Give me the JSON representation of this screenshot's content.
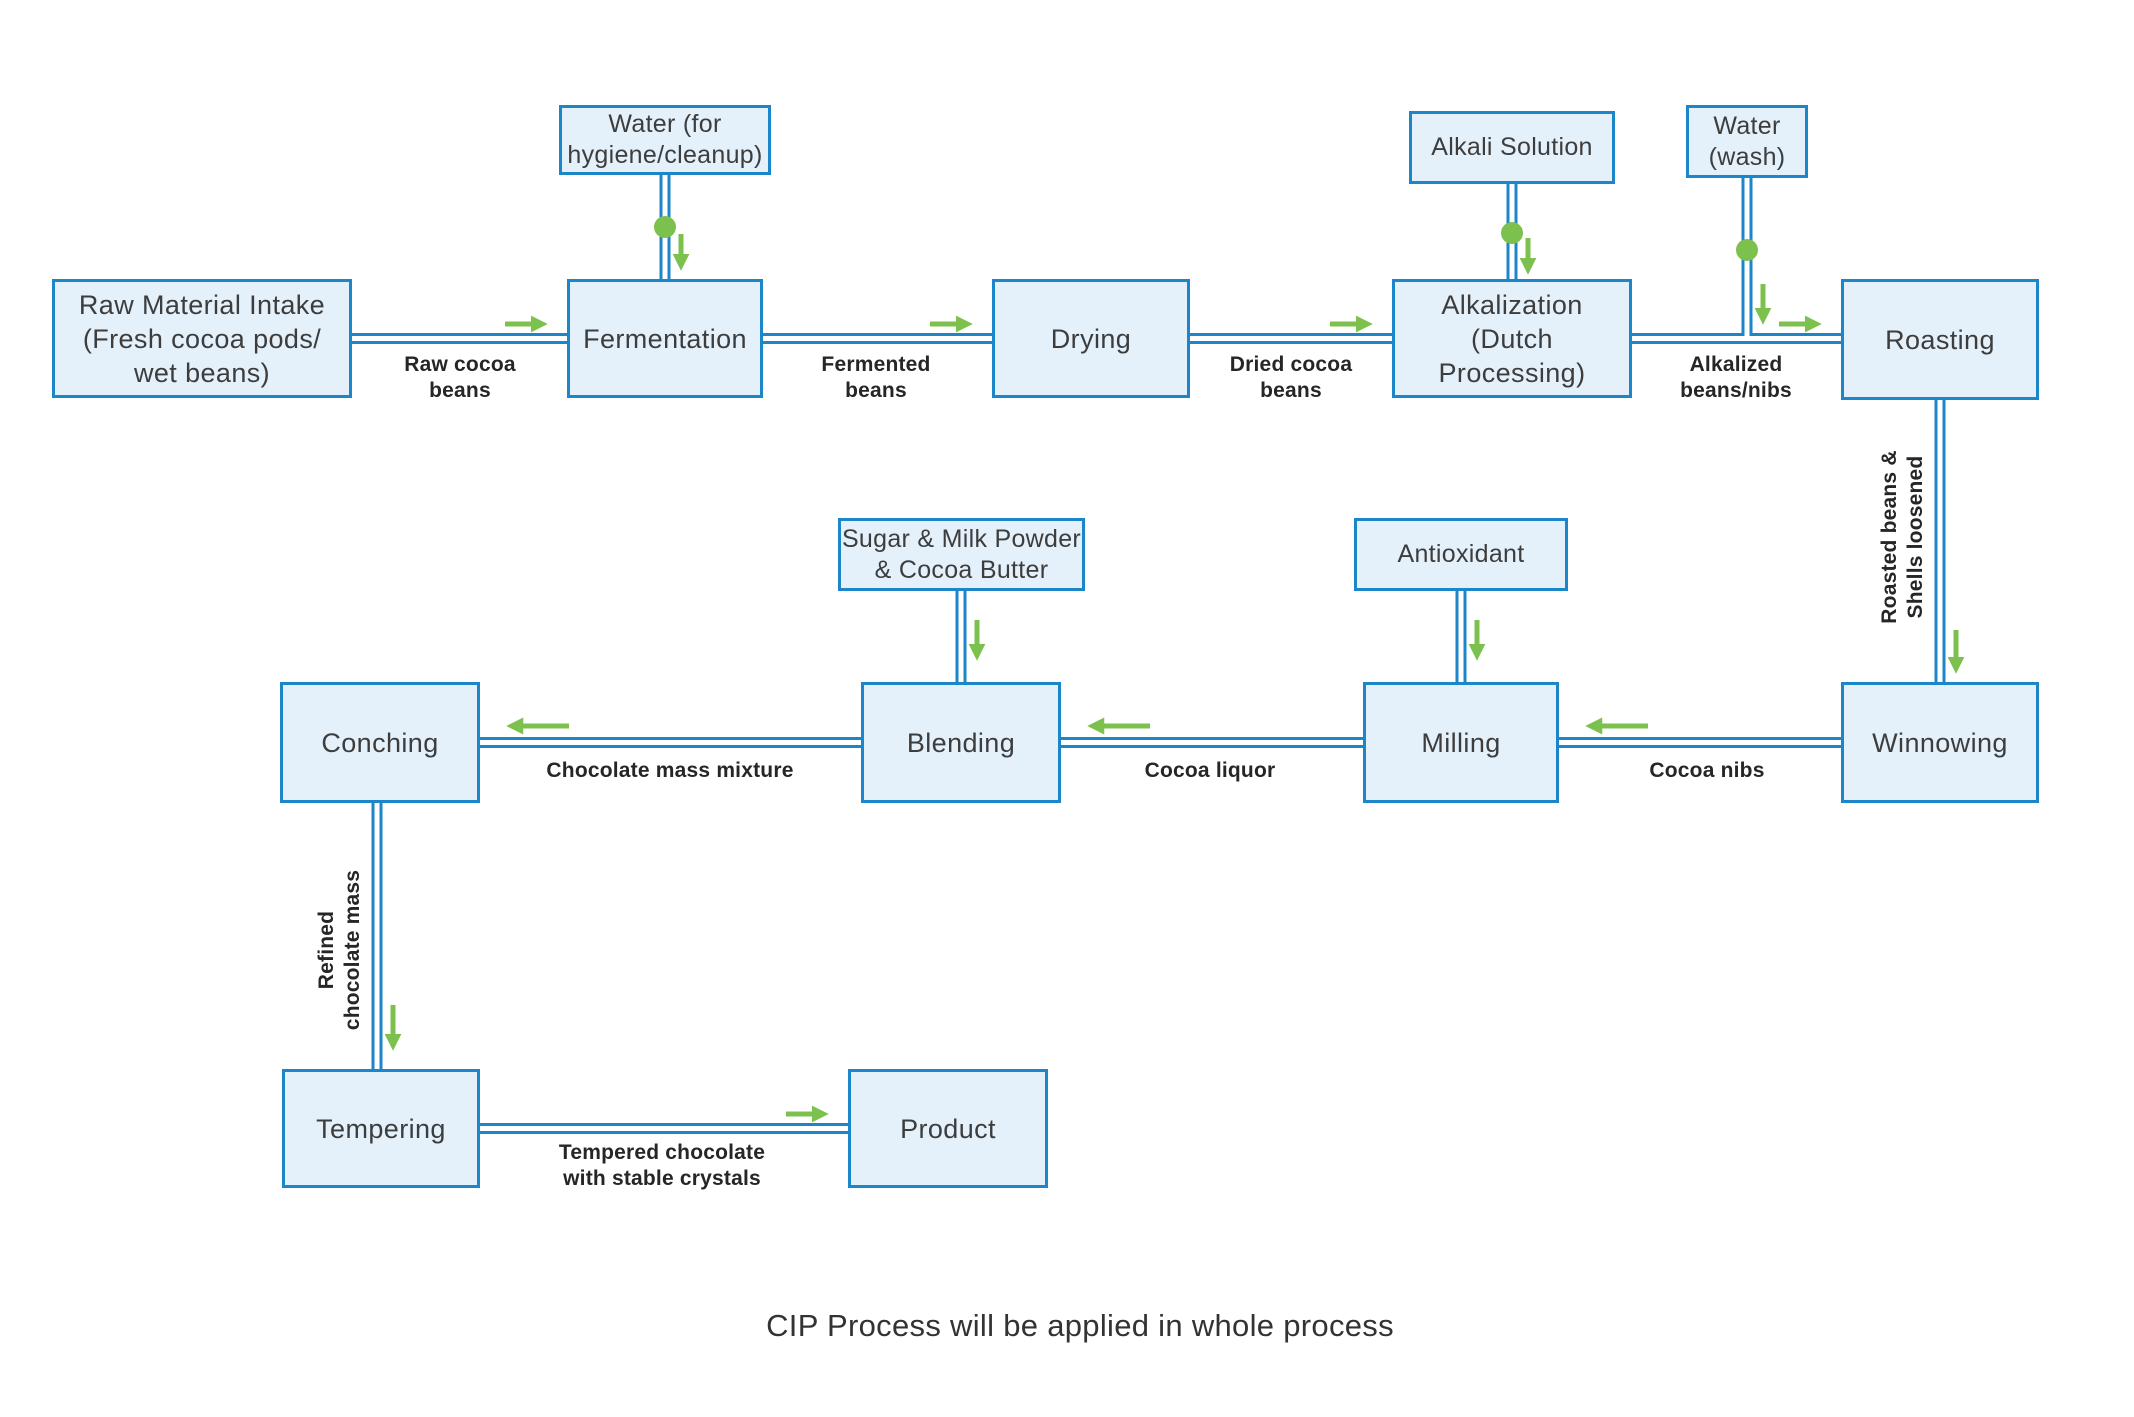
{
  "colors": {
    "line_blue": "#1c86c8",
    "box_fill": "#e4f1fb",
    "green": "#7cc14e",
    "box_text": "#3d3d3d",
    "label_text": "#262626"
  },
  "caption": "CIP Process will be applied in whole process",
  "nodes": {
    "raw_material": "Raw Material Intake\n(Fresh cocoa pods/\nwet beans)",
    "fermentation": "Fermentation",
    "drying": "Drying",
    "alkalization": "Alkalization\n(Dutch Processing)",
    "roasting": "Roasting",
    "winnowing": "Winnowing",
    "milling": "Milling",
    "blending": "Blending",
    "conching": "Conching",
    "tempering": "Tempering",
    "product": "Product"
  },
  "inputs": {
    "water_hygiene": "Water (for\nhygiene/cleanup)",
    "alkali_solution": "Alkali Solution",
    "water_wash": "Water\n(wash)",
    "sugar_milk": "Sugar & Milk Powder\n& Cocoa Butter",
    "antioxidant": "Antioxidant"
  },
  "edge_labels": {
    "raw_cocoa_beans": "Raw cocoa\nbeans",
    "fermented_beans": "Fermented\nbeans",
    "dried_cocoa_beans": "Dried cocoa\nbeans",
    "alkalized_beans": "Alkalized\nbeans/nibs",
    "roasted_beans": "Roasted beans &\nShells loosened",
    "cocoa_nibs": "Cocoa nibs",
    "cocoa_liquor": "Cocoa liquor",
    "chocolate_mass": "Chocolate mass mixture",
    "refined_mass": "Refined\nchocolate mass",
    "tempered_chocolate": "Tempered chocolate\nwith stable crystals"
  }
}
